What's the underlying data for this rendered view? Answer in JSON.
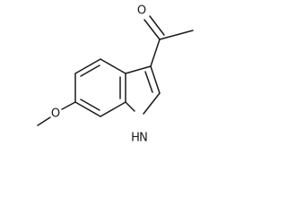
{
  "molecule": {
    "atoms": {
      "carbonyl_oxygen": "O",
      "methoxy_oxygen": "O",
      "indole_nitrogen": "H\nN",
      "nh_hydrogen": "H",
      "nh_nitrogen": "N"
    }
  }
}
